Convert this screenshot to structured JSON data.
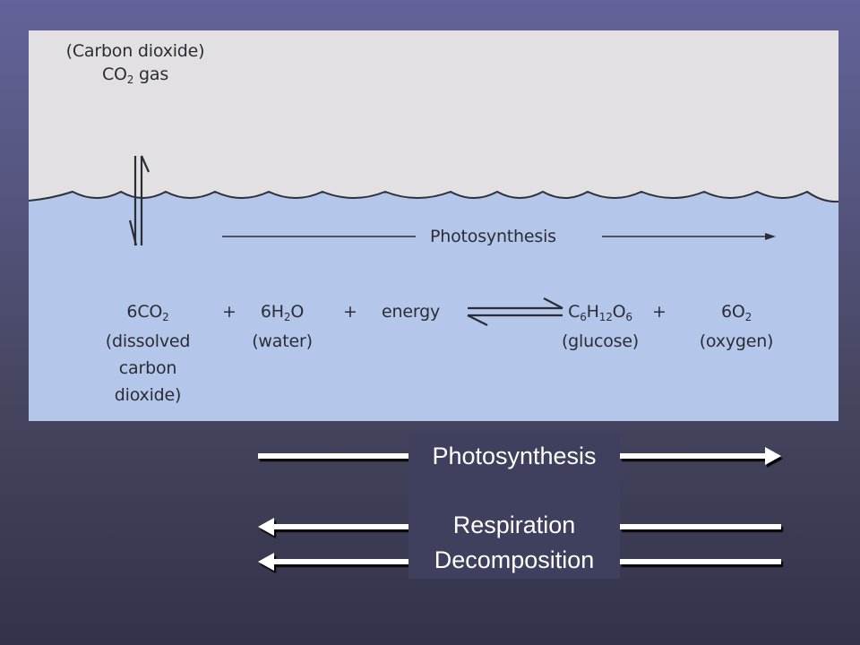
{
  "slide": {
    "colors": {
      "background_top": "#63639a",
      "background_bottom": "#32324a",
      "air": "#e2e0e2",
      "water": "#b4c6ea",
      "ink": "#2b2d35",
      "label_box": "#3f3f5e",
      "arrow": "#ffffff"
    }
  },
  "figure": {
    "air_label_line1": "(Carbon dioxide)",
    "air_label_formula_main": "CO",
    "air_label_formula_sub": "2",
    "air_label_formula_suffix": " gas",
    "exchange_arrow_icon": "double-vertical-arrow-icon",
    "photosynthesis_arrow_label": "Photosynthesis",
    "equation": {
      "reactants": [
        {
          "coef": "6",
          "formula_parts": [
            {
              "t": "CO"
            },
            {
              "s": "2"
            }
          ],
          "name_lines": [
            "(dissolved",
            "carbon",
            "dioxide)"
          ]
        },
        {
          "coef": "6",
          "formula_parts": [
            {
              "t": "H"
            },
            {
              "s": "2"
            },
            {
              "t": "O"
            }
          ],
          "name_lines": [
            "(water)"
          ]
        },
        {
          "coef": "",
          "formula_parts": [
            {
              "t": "energy"
            }
          ],
          "name_lines": []
        }
      ],
      "plus": "+",
      "equilibrium_icon": "equilibrium-arrow-icon",
      "products": [
        {
          "coef": "",
          "formula_parts": [
            {
              "t": "C"
            },
            {
              "s": "6"
            },
            {
              "t": "H"
            },
            {
              "s": "12"
            },
            {
              "t": "O"
            },
            {
              "s": "6"
            }
          ],
          "name_lines": [
            "(glucose)"
          ]
        },
        {
          "coef": "6",
          "formula_parts": [
            {
              "t": "O"
            },
            {
              "s": "2"
            }
          ],
          "name_lines": [
            "(oxygen)"
          ]
        }
      ]
    }
  },
  "processes": [
    {
      "label": "Photosynthesis",
      "direction": "right"
    },
    {
      "label": "Respiration",
      "direction": "left"
    },
    {
      "label": "Decomposition",
      "direction": "left"
    }
  ]
}
